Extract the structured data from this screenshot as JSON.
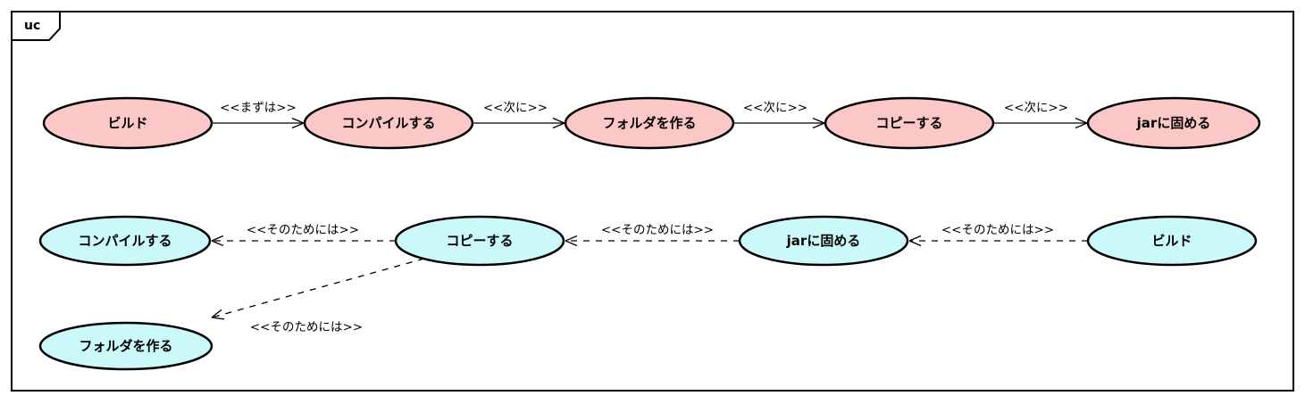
{
  "diagram": {
    "frame_label": "uc",
    "colors": {
      "task_fill": "#FBC7C7",
      "subtask_fill": "#CBF9F9",
      "stroke": "#000000",
      "background": "#FFFFFF"
    },
    "top_flow": {
      "nodes": [
        {
          "label": "ビルド"
        },
        {
          "label": "コンパイルする"
        },
        {
          "label": "フォルダを作る"
        },
        {
          "label": "コピーする"
        },
        {
          "label": "jarに固める"
        }
      ],
      "edges": [
        {
          "label": "<<まずは>>"
        },
        {
          "label": "<<次に>>"
        },
        {
          "label": "<<次に>>"
        },
        {
          "label": "<<次に>>"
        }
      ]
    },
    "bottom_flow": {
      "nodes": [
        {
          "label": "コンパイルする"
        },
        {
          "label": "コピーする"
        },
        {
          "label": "jarに固める"
        },
        {
          "label": "ビルド"
        },
        {
          "label": "フォルダを作る"
        }
      ],
      "edges": [
        {
          "label": "<<そのためには>>"
        },
        {
          "label": "<<そのためには>>"
        },
        {
          "label": "<<そのためには>>"
        },
        {
          "label": "<<そのためには>>"
        }
      ]
    }
  }
}
